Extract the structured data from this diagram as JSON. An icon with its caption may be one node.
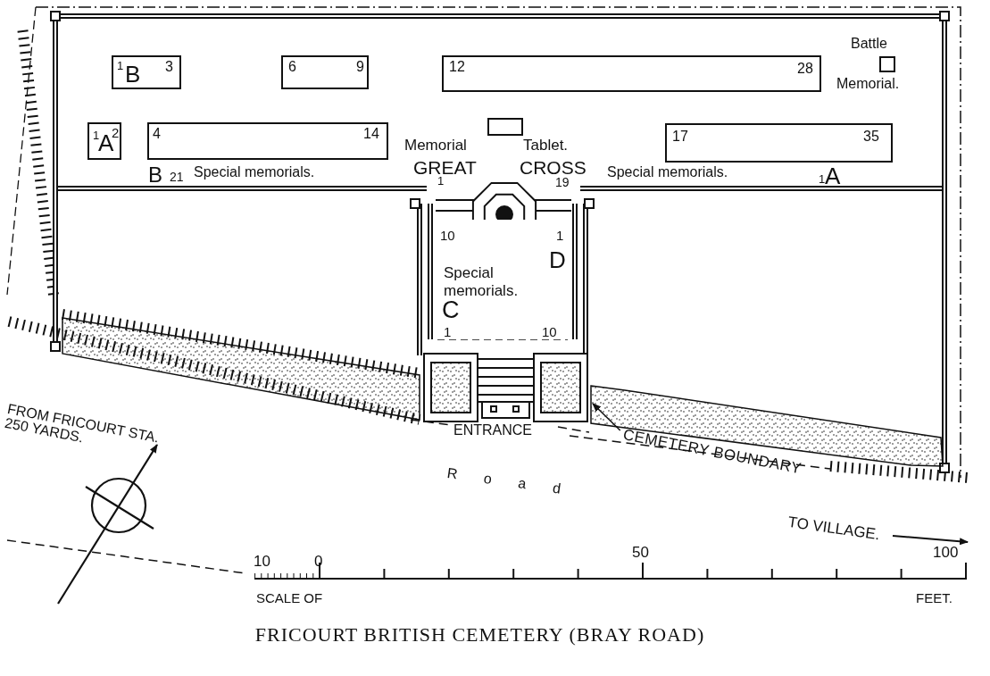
{
  "diagram": {
    "caption": "FRICOURT BRITISH CEMETERY (BRAY ROAD)",
    "nodes": [
      {
        "text": [
          "1",
          "B",
          "3"
        ]
      },
      {
        "text": [
          "6",
          "9"
        ]
      },
      {
        "text": [
          "12",
          "28"
        ]
      },
      {
        "text": [],
        "shape": "box",
        "beside": [
          "Battle",
          "Memorial."
        ]
      },
      {
        "text": [
          "1",
          "A",
          "2"
        ]
      },
      {
        "text": [
          "4",
          "14"
        ]
      },
      {
        "text": [],
        "shape": "box",
        "beside": [
          "Memorial",
          "Tablet."
        ]
      },
      {
        "text": [
          "17",
          "35"
        ]
      },
      {
        "text": [
          "10",
          "1",
          "D",
          "Special memorials.",
          "C",
          "1",
          "10"
        ]
      },
      {
        "text": [
          "CEMETERY BOUNDARY"
        ]
      },
      {
        "text": [],
        "shape": "picture"
      }
    ],
    "edges": [
      {
        "from": 9,
        "to": 10,
        "arrow": "to"
      }
    ],
    "labels": [
      "GREAT",
      "CROSS",
      "B",
      "21",
      "Special memorials.",
      "1",
      "19",
      "Special memorials.",
      "1",
      "A",
      "ENTRANCE",
      "Road",
      "FROM FRICOURT STA. 250 YARDS.",
      "TO VILLAGE.",
      "10",
      "0",
      "50",
      "100",
      "SCALE OF",
      "FEET."
    ]
  }
}
